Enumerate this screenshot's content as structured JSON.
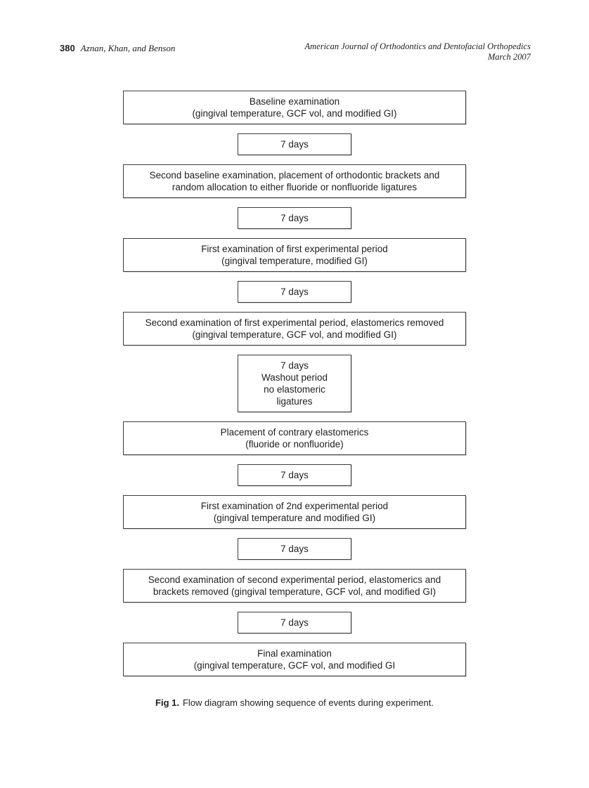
{
  "header": {
    "page_number": "380",
    "authors": "Aznan, Khan, and Benson",
    "journal_line1": "American Journal of Orthodontics and Dentofacial Orthopedics",
    "journal_line2": "March 2007"
  },
  "flow": {
    "steps": [
      {
        "type": "wide",
        "lines": [
          "Baseline examination",
          "(gingival temperature, GCF vol, and modified GI)"
        ]
      },
      {
        "type": "interval",
        "lines": [
          "7 days"
        ]
      },
      {
        "type": "wide",
        "lines": [
          "Second baseline examination, placement of orthodontic brackets and",
          "random allocation to either fluoride or nonfluoride ligatures"
        ]
      },
      {
        "type": "interval",
        "lines": [
          "7 days"
        ]
      },
      {
        "type": "wide",
        "lines": [
          "First examination of first experimental period",
          "(gingival temperature, modified GI)"
        ]
      },
      {
        "type": "interval",
        "lines": [
          "7 days"
        ]
      },
      {
        "type": "wide",
        "lines": [
          "Second examination of first experimental period, elastomerics removed",
          "(gingival temperature, GCF vol, and modified GI)"
        ]
      },
      {
        "type": "interval",
        "lines": [
          "7 days",
          "Washout period",
          "no elastomeric",
          "ligatures"
        ]
      },
      {
        "type": "wide",
        "lines": [
          "Placement of contrary elastomerics",
          "(fluoride or nonfluoride)"
        ]
      },
      {
        "type": "interval",
        "lines": [
          "7 days"
        ]
      },
      {
        "type": "wide",
        "lines": [
          "First examination of 2nd experimental period",
          "(gingival temperature and modified GI)"
        ]
      },
      {
        "type": "interval",
        "lines": [
          "7 days"
        ]
      },
      {
        "type": "wide",
        "lines": [
          "Second examination of second experimental period, elastomerics and",
          "brackets removed (gingival temperature, GCF vol, and modified GI)"
        ]
      },
      {
        "type": "interval",
        "lines": [
          "7 days"
        ]
      },
      {
        "type": "wide",
        "lines": [
          "Final examination",
          "(gingival temperature, GCF vol, and modified GI"
        ]
      }
    ]
  },
  "caption": {
    "label": "Fig 1.",
    "text": "Flow diagram showing sequence of events during experiment."
  },
  "colors": {
    "box_border": "#3d3d3d",
    "text": "#1f1f1f"
  }
}
